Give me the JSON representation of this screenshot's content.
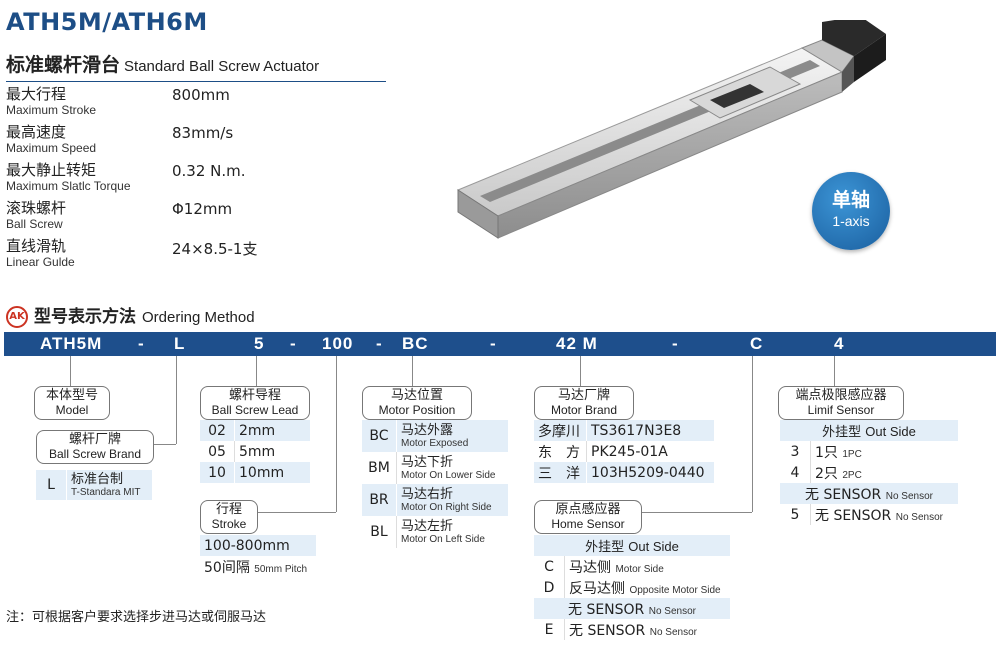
{
  "title": "ATH5M/ATH6M",
  "subtitle": {
    "cn": "标准螺杆滑台",
    "en": "Standard Ball Screw Actuator"
  },
  "specs": [
    {
      "cn": "最大行程",
      "en": "Maximum Stroke",
      "value": "800mm"
    },
    {
      "cn": "最高速度",
      "en": "Maximum Speed",
      "value": "83mm/s"
    },
    {
      "cn": "最大静止转矩",
      "en": "Maximum Slatlc Torque",
      "value": "0.32 N.m."
    },
    {
      "cn": "滚珠螺杆",
      "en": "Ball Screw",
      "value": "Φ12mm"
    },
    {
      "cn": "直线滑轨",
      "en": "Linear Gulde",
      "value": "24×8.5-1支"
    }
  ],
  "badge": {
    "cn": "单轴",
    "en": "1-axis"
  },
  "ordering": {
    "logo": "AK",
    "cn": "型号表示方法",
    "en": "Ordering Method"
  },
  "code_parts": [
    "ATH5M",
    "-",
    "L",
    "5",
    "-",
    "100",
    "-",
    "BC",
    "-",
    "42 M",
    "-",
    "C",
    "4"
  ],
  "model_label": {
    "cn": "本体型号",
    "en": "Model"
  },
  "brand_label": {
    "cn": "螺杆厂牌",
    "en": "Ball Screw Brand"
  },
  "brand_rows": [
    {
      "code": "L",
      "cn": "标准台制",
      "en": "T-Standara MIT"
    }
  ],
  "lead_label": {
    "cn": "螺杆导程",
    "en": "Ball Screw Lead"
  },
  "lead_rows": [
    {
      "code": "02",
      "value": "2mm"
    },
    {
      "code": "05",
      "value": "5mm"
    },
    {
      "code": "10",
      "value": "10mm"
    }
  ],
  "stroke_label": {
    "cn": "行程",
    "en": "Stroke"
  },
  "stroke_rows": [
    {
      "text": "100-800mm",
      "small": ""
    },
    {
      "text": "50间隔",
      "small": "50mm Pitch"
    }
  ],
  "motorpos_label": {
    "cn": "马达位置",
    "en": "Motor Position"
  },
  "motorpos_rows": [
    {
      "code": "BC",
      "cn": "马达外露",
      "en": "Motor Exposed"
    },
    {
      "code": "BM",
      "cn": "马达下折",
      "en": "Motor On Lower Side"
    },
    {
      "code": "BR",
      "cn": "马达右折",
      "en": "Motor On Right Side"
    },
    {
      "code": "BL",
      "cn": "马达左折",
      "en": "Motor On Left Side"
    }
  ],
  "motorbrand_label": {
    "cn": "马达厂牌",
    "en": "Motor Brand"
  },
  "motorbrand_rows": [
    {
      "brand": "多摩川",
      "model": "TS3617N3E8"
    },
    {
      "brand": "东　方",
      "model": "PK245-01A"
    },
    {
      "brand": "三　洋",
      "model": "103H5209-0440"
    }
  ],
  "home_label": {
    "cn": "原点感应器",
    "en": "Home Sensor"
  },
  "home_header": {
    "cn": "外挂型",
    "en": "Out Side"
  },
  "home_rows": [
    {
      "code": "C",
      "cn": "马达侧",
      "en": "Motor Side"
    },
    {
      "code": "D",
      "cn": "反马达侧",
      "en": "Opposite Motor Side"
    }
  ],
  "home_nosensor1": {
    "cn": "无 SENSOR",
    "en": "No Sensor"
  },
  "home_nosensor2": {
    "code": "E",
    "cn": "无 SENSOR",
    "en": "No Sensor"
  },
  "limit_label": {
    "cn": "端点极限感应器",
    "en": "Limif Sensor"
  },
  "limit_header": {
    "cn": "外挂型",
    "en": "Out Side"
  },
  "limit_rows": [
    {
      "code": "3",
      "cn": "1只",
      "en": "1PC"
    },
    {
      "code": "4",
      "cn": "2只",
      "en": "2PC"
    }
  ],
  "limit_nosensor1": {
    "cn": "无 SENSOR",
    "en": "No Sensor"
  },
  "limit_nosensor2": {
    "code": "5",
    "cn": "无 SENSOR",
    "en": "No Sensor"
  },
  "note": "注：可根据客户要求选择步进马达或伺服马达",
  "colors": {
    "brand_blue": "#1e4f8c",
    "row_tint": "#e3eef8",
    "logo_red": "#cc3322"
  }
}
